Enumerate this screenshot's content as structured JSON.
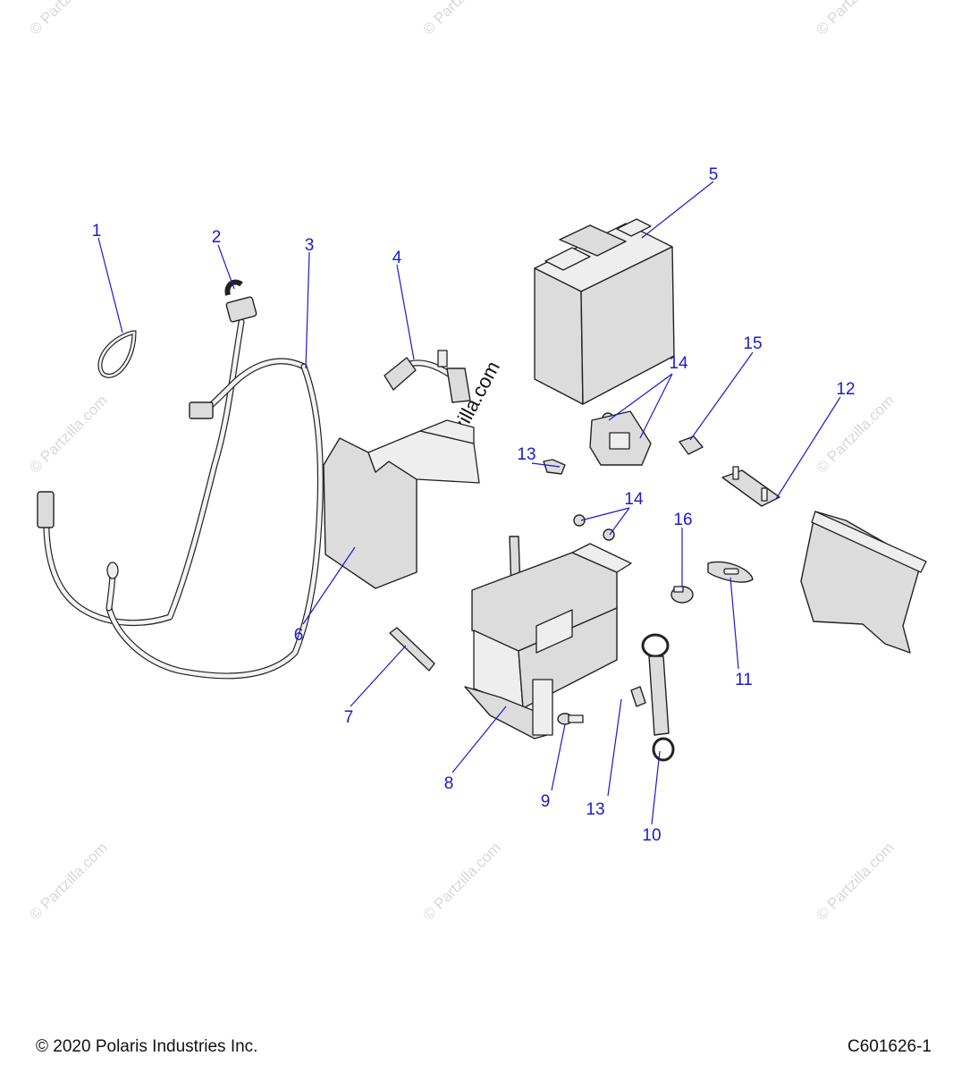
{
  "diagram": {
    "watermark": "© Partzilla.com",
    "callouts": [
      {
        "id": "c1",
        "label": "1"
      },
      {
        "id": "c2",
        "label": "2"
      },
      {
        "id": "c3",
        "label": "3"
      },
      {
        "id": "c4",
        "label": "4"
      },
      {
        "id": "c5",
        "label": "5"
      },
      {
        "id": "c6",
        "label": "6"
      },
      {
        "id": "c7",
        "label": "7"
      },
      {
        "id": "c8",
        "label": "8"
      },
      {
        "id": "c9",
        "label": "9"
      },
      {
        "id": "c10",
        "label": "10"
      },
      {
        "id": "c11",
        "label": "11"
      },
      {
        "id": "c12",
        "label": "12"
      },
      {
        "id": "c13a",
        "label": "13"
      },
      {
        "id": "c13b",
        "label": "13"
      },
      {
        "id": "c14a",
        "label": "14"
      },
      {
        "id": "c14b",
        "label": "14"
      },
      {
        "id": "c15",
        "label": "15"
      },
      {
        "id": "c16",
        "label": "16"
      }
    ]
  },
  "footer": {
    "copyright": "© 2020 Polaris Industries Inc.",
    "drawing_id": "C601626-1"
  },
  "colors": {
    "callout": "#1a1ad0",
    "line": "#222222",
    "part_fill": "#dcdcdc"
  }
}
